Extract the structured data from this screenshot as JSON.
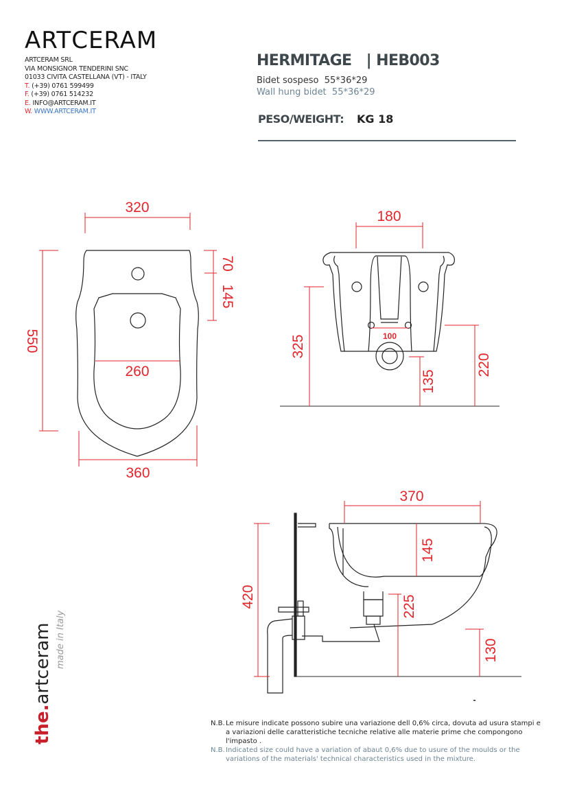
{
  "header": {
    "logo_left": "ART",
    "logo_c": "C",
    "logo_right": "ERAM",
    "company": "ARTCERAM SRL",
    "address1": "VIA MONSIGNOR TENDERINI SNC",
    "address2": "01033 CIVITA CASTELLANA (VT) - ITALY",
    "phone_label": "T.",
    "phone": "(+39) 0761 599499",
    "fax_label": "F.",
    "fax": "(+39) 0761 514232",
    "email_label": "E.",
    "email": "INFO@ARTCERAM.IT",
    "web_label": "W.",
    "web": "WWW.ARTCERAM.IT"
  },
  "product": {
    "title": "HERMITAGE   | HEB003",
    "subtitle_it": "Bidet sospeso  55*36*29",
    "subtitle_en": "Wall hung bidet  55*36*29",
    "weight_label": "PESO/WEIGHT:",
    "weight_value": "KG 18"
  },
  "drawings": {
    "top_view": {
      "width_top": "320",
      "length": "550",
      "hole_offset": "70",
      "hole_spacing": "145",
      "inner_width": "260",
      "overall_width": "360"
    },
    "front_view": {
      "fixing_spacing": "180",
      "height_325": "325",
      "inlet_spacing": "100",
      "drain_height": "135",
      "height_220": "220"
    },
    "side_view": {
      "depth": "370",
      "bowl_depth": "145",
      "height_420": "420",
      "waste_height": "225",
      "base_height": "130"
    },
    "colors": {
      "dimension": "#e0252b",
      "line": "#222222",
      "title": "#3e474c"
    }
  },
  "brand": {
    "the": "the.",
    "name": "artceram",
    "tagline": "made in Italy"
  },
  "notes": {
    "nb": "N.B.",
    "it": "Le misure indicate possono subire una variazione dell 0,6% circa, dovuta ad usura stampi e a variazioni delle caratteristiche tecniche relative alle materie  prime che  compongono l'impasto .",
    "en": "Indicated size could have a variation  of  abaut 0,6%  due   to usure of  the  moulds or the variations of the materials' technical characteristics used in the mixture."
  }
}
